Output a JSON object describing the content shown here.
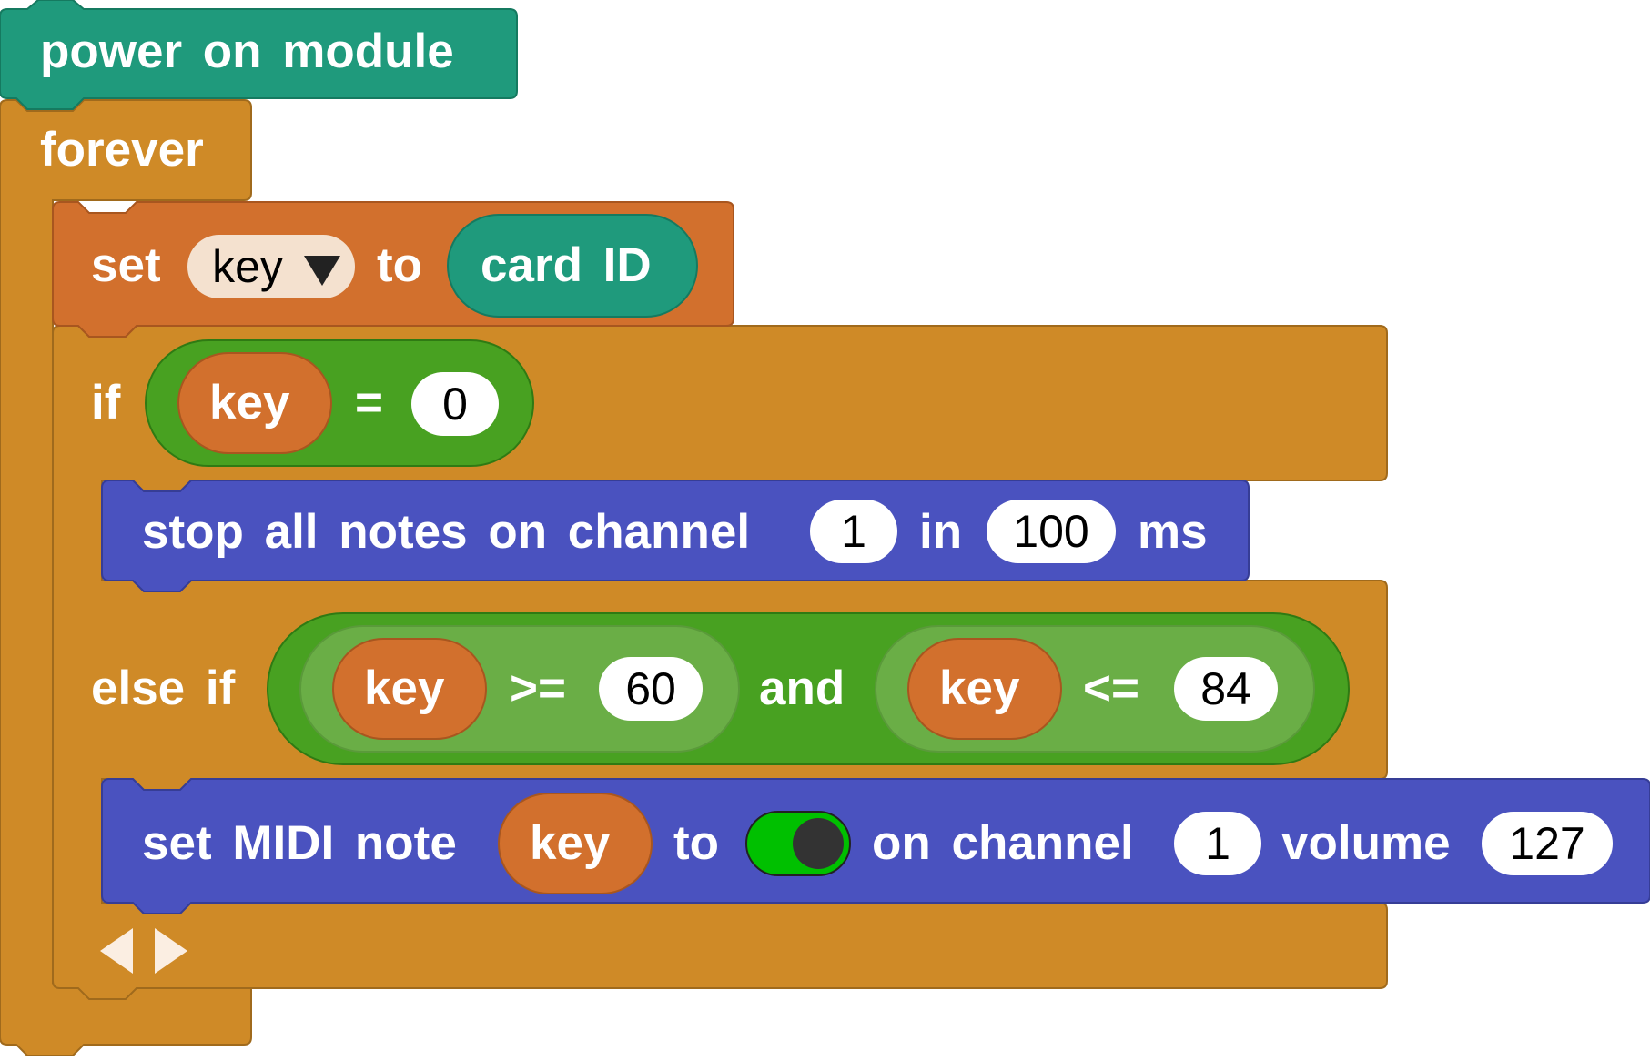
{
  "hat": {
    "label": "power on module"
  },
  "forever": {
    "label": "forever"
  },
  "set_key": {
    "set_label": "set",
    "variable": "key",
    "to_label": "to",
    "value_label": "card ID"
  },
  "if_block": {
    "if_label": "if",
    "variable": "key",
    "operator": "=",
    "value": "0",
    "else_if_label": "else if",
    "left_variable": "key",
    "left_operator": ">=",
    "left_value": "60",
    "and_label": "and",
    "right_variable": "key",
    "right_operator": "<=",
    "right_value": "84"
  },
  "stop_notes": {
    "label": "stop all notes on channel",
    "channel": "1",
    "in_label": "in",
    "duration": "100",
    "ms_label": "ms"
  },
  "set_midi": {
    "label": "set MIDI note",
    "note_variable": "key",
    "to_label": "to",
    "toggle_on": true,
    "channel_label": "on channel",
    "channel": "1",
    "volume_label": "volume",
    "volume": "127"
  },
  "colors": {
    "event": "#1f9a7c",
    "loop": "#cf8a27",
    "variable": "#d2702d",
    "logic": "#48a121",
    "logic_inner": "#6aae46",
    "music": "#4a52bf",
    "toggle_on": "#00c000",
    "field_light": "#f4e1cf"
  }
}
